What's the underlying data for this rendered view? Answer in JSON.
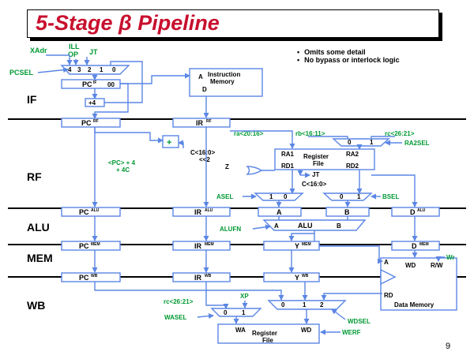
{
  "title": "5-Stage β Pipeline",
  "notes": [
    "Omits some detail",
    "No bypass or interlock logic"
  ],
  "stages": [
    "IF",
    "RF",
    "ALU",
    "MEM",
    "WB"
  ],
  "page_number": "9",
  "pc_labels": {
    "pc_if": "PC",
    "pc_if_sup": "IF",
    "pc_if_val": "00",
    "plus4": "+4",
    "pc_rf": "PC",
    "pc_rf_sup": "RF",
    "pc_alu": "PC",
    "pc_alu_sup": "ALU",
    "pc_mem": "PC",
    "pc_mem_sup": "MEM",
    "pc_wb": "PC",
    "pc_wb_sup": "WB"
  },
  "ir_labels": {
    "ir_rf": "IR",
    "ir_rf_sup": "RF",
    "ir_alu": "IR",
    "ir_alu_sup": "ALU",
    "ir_mem": "IR",
    "ir_mem_sup": "MEM",
    "ir_wb": "IR",
    "ir_wb_sup": "WB"
  },
  "pcsel_mux": {
    "label": "PCSEL",
    "inputs": [
      "4",
      "3",
      "2",
      "1",
      "0"
    ],
    "xadr": "XAdr",
    "ill": "ILL",
    "op": "OP",
    "jt": "JT"
  },
  "instruction_memory": {
    "title_line1": "Instruction",
    "title_line2": "Memory",
    "a": "A",
    "d": "D"
  },
  "rf_stage": {
    "ra": "ra<20:16>",
    "rb": "rb<16:11>",
    "rc": "rc<26:21>",
    "ra2sel": "RA2SEL",
    "mux_0": "0",
    "mux_1": "1",
    "ra1": "RA1",
    "ra2": "RA2",
    "rd1": "RD1",
    "rd2": "RD2",
    "rf_line1": "Register",
    "rf_line2": "File",
    "branch_const": "C<16:0>",
    "shift": "<<2",
    "plus": "+",
    "pc_target_line1": "<PC> + 4",
    "pc_target_line2": "+ 4C",
    "z": "Z",
    "jt": "JT",
    "c_imm": "C<16:0>"
  },
  "alu_stage": {
    "asel": "ASEL",
    "bsel": "BSEL",
    "a_mux_1": "1",
    "a_mux_0": "0",
    "b_mux_0": "0",
    "b_mux_1": "1",
    "a": "A",
    "b": "B",
    "alu": "ALU",
    "aluA": "A",
    "aluB": "B",
    "d": "D",
    "d_sup": "ALU",
    "alufn": "ALUFN"
  },
  "mem_stage": {
    "y": "Y",
    "y_sup": "MEM",
    "d": "D",
    "d_sup": "MEM",
    "wr": "Wr",
    "dm_a": "A",
    "dm_wd": "WD",
    "dm_rw": "R/W",
    "dm_rd": "RD",
    "dm_title": "Data Memory"
  },
  "wb_stage": {
    "y": "Y",
    "y_sup": "WB",
    "rc": "rc<26:21>",
    "xp": "XP",
    "wasel": "WASEL",
    "wa_mux_0": "0",
    "wa_mux_1": "1",
    "wd_mux_0": "0",
    "wd_mux_1": "1",
    "wd_mux_2": "2",
    "wdsel": "WDSEL",
    "wa": "WA",
    "wd": "WD",
    "rf_line1": "Register",
    "rf_line2": "File",
    "werf": "WERF"
  }
}
